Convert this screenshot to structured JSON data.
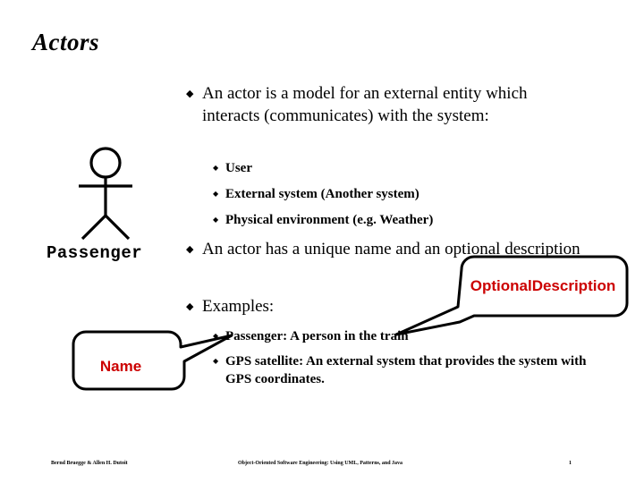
{
  "slide": {
    "title": "Actors",
    "bullet_marker_level1": "◆",
    "bullet_marker_level2": "◆"
  },
  "content": {
    "bullets": [
      {
        "level": 1,
        "text": "An actor is a model for an external entity which interacts (communicates) with the system:"
      },
      {
        "level": 2,
        "text": "User"
      },
      {
        "level": 2,
        "text": "External system (Another system)"
      },
      {
        "level": 2,
        "text": "Physical environment (e.g. Weather)"
      },
      {
        "level": 1,
        "text": "An actor has a unique name and an optional description"
      },
      {
        "level": 1,
        "text": "Examples:"
      },
      {
        "level": 2,
        "text": "Passenger: A person in the train"
      },
      {
        "level": 2,
        "text": "GPS satellite: An external system that provides the system with  GPS coordinates."
      }
    ]
  },
  "diagram": {
    "actor_label": "Passenger",
    "actor_icon": "stick-figure-actor"
  },
  "callouts": [
    {
      "id": "optional-description",
      "line1": "Optional",
      "line2": "Description",
      "color": "#cc0000"
    },
    {
      "id": "name",
      "line1": "Name",
      "line2": "",
      "color": "#cc0000"
    }
  ],
  "footer": {
    "authors": "Bernd Bruegge & Allen H. Dutoit",
    "book_title": "Object-Oriented Software Engineering: Using UML, Patterns, and Java",
    "page_number": "1"
  }
}
